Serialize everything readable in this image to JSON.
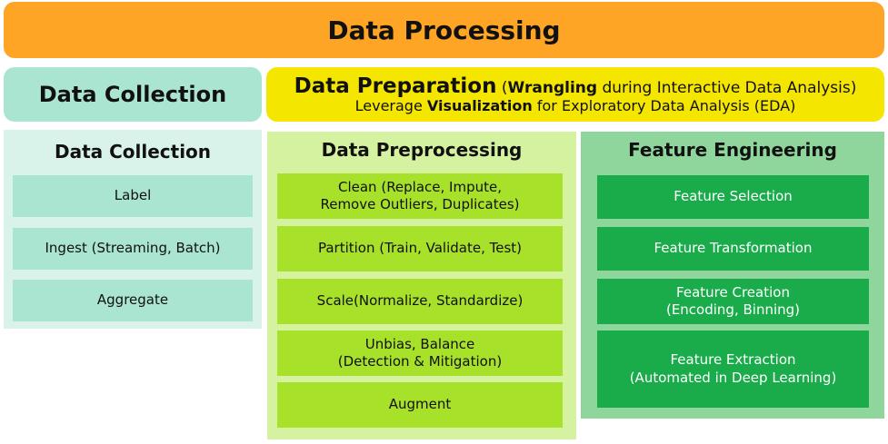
{
  "banner": {
    "title": "Data Processing"
  },
  "collection_header": {
    "title": "Data Collection"
  },
  "preparation_header": {
    "line1_main": "Data Preparation",
    "line1_open": "(",
    "line1_bold": "Wrangling",
    "line1_rest": " during Interactive Data Analysis)",
    "line2_pre": "Leverage ",
    "line2_bold": "Visualization",
    "line2_rest": " for Exploratory Data Analysis (EDA)"
  },
  "collection_panel": {
    "title": "Data Collection",
    "items": [
      "Label",
      "Ingest (Streaming, Batch)",
      "Aggregate"
    ]
  },
  "preprocessing_panel": {
    "title": "Data Preprocessing",
    "items": [
      {
        "l1": "Clean (Replace, Impute,",
        "l2": "Remove Outliers, Duplicates)"
      },
      {
        "l1": "Partition (Train, Validate, Test)",
        "l2": ""
      },
      {
        "l1": "Scale(Normalize, Standardize)",
        "l2": ""
      },
      {
        "l1": "Unbias, Balance",
        "l2": "(Detection & Mitigation)"
      },
      {
        "l1": "Augment",
        "l2": ""
      }
    ]
  },
  "feature_panel": {
    "title": "Feature Engineering",
    "items": [
      {
        "l1": "Feature Selection",
        "l2": ""
      },
      {
        "l1": "Feature Transformation",
        "l2": ""
      },
      {
        "l1": "Feature Creation",
        "l2": "(Encoding, Binning)"
      },
      {
        "l1": "Feature Extraction",
        "l2": "(Automated in Deep Learning)"
      }
    ]
  }
}
